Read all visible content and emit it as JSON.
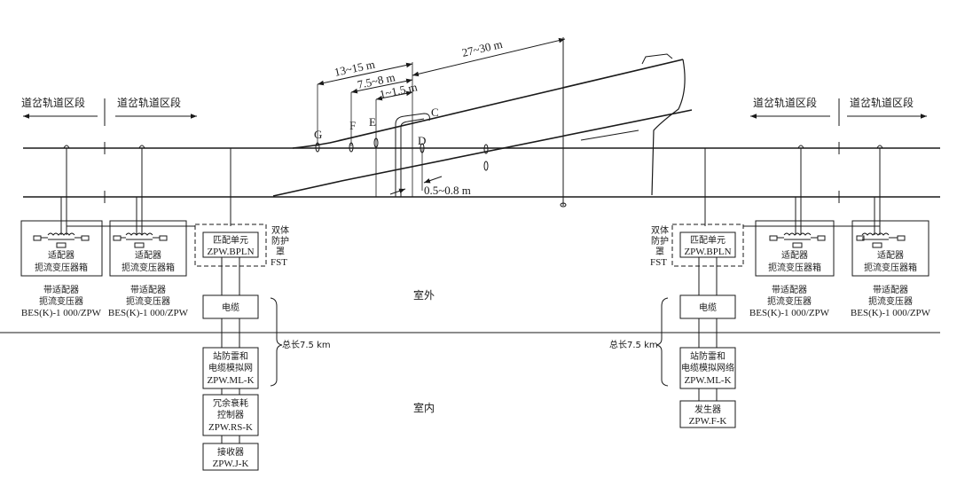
{
  "section_labels": [
    "道岔轨道区段",
    "道岔轨道区段",
    "道岔轨道区段",
    "道岔轨道区段"
  ],
  "dimensions": {
    "d1": "13~15 m",
    "d2": "7.5~8 m",
    "d3": "1~1.5 m",
    "d4": "27~30 m",
    "d5": "0.5~0.8 m"
  },
  "points": {
    "G": "G",
    "F": "F",
    "E": "E",
    "C": "C",
    "D": "D"
  },
  "adapter_box": {
    "l1": "适配器",
    "l2": "扼流变压器箱"
  },
  "adapter_caption": {
    "l1": "带适配器",
    "l2": "扼流变压器",
    "l3": "BES(K)-1 000/ZPW"
  },
  "matching_unit": {
    "l1": "匹配单元",
    "l2": "ZPW.BPLN"
  },
  "shield": {
    "l1": "双体",
    "l2": "防护",
    "l3": "罩",
    "l4": "FST"
  },
  "zone": {
    "outdoor": "室外",
    "indoor": "室内"
  },
  "cable": {
    "label": "电缆",
    "length": "总长7.5 km"
  },
  "left_chain": {
    "lightning": {
      "l1": "站防雷和",
      "l2": "电缆模拟网",
      "l3": "ZPW.ML-K"
    },
    "attenuator": {
      "l1": "冗余衰耗",
      "l2": "控制器",
      "l3": "ZPW.RS-K"
    },
    "receiver": {
      "l1": "接收器",
      "l2": "ZPW.J-K"
    }
  },
  "right_chain": {
    "lightning": {
      "l1": "站防雷和",
      "l2": "电缆模拟网络",
      "l3": "ZPW.ML-K"
    },
    "transmitter": {
      "l1": "发生器",
      "l2": "ZPW.F-K"
    }
  }
}
